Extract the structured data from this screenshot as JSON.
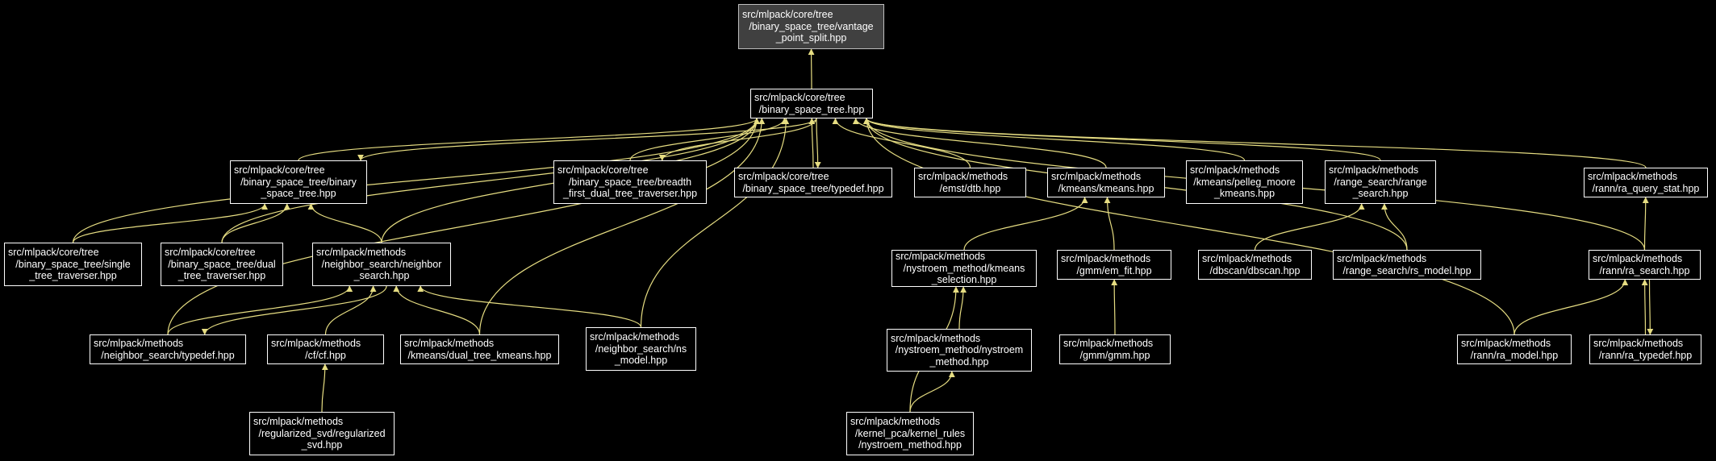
{
  "colors": {
    "background": "#000000",
    "edge": "#e6dd82",
    "node_border": "#ffffff",
    "root_fill": "#404040",
    "text": "#ffffff"
  },
  "nodes": [
    {
      "id": "vps",
      "lines": [
        "src/mlpack/core/tree",
        "/binary_space_tree/vantage",
        "_point_split.hpp"
      ],
      "root": true
    },
    {
      "id": "bst",
      "lines": [
        "src/mlpack/core/tree",
        "/binary_space_tree.hpp"
      ]
    },
    {
      "id": "bstbin",
      "lines": [
        "src/mlpack/core/tree",
        "/binary_space_tree/binary",
        "_space_tree.hpp"
      ]
    },
    {
      "id": "bfdtt",
      "lines": [
        "src/mlpack/core/tree",
        "/binary_space_tree/breadth",
        "_first_dual_tree_traverser.hpp"
      ]
    },
    {
      "id": "bsttd",
      "lines": [
        "src/mlpack/core/tree",
        "/binary_space_tree/typedef.hpp"
      ]
    },
    {
      "id": "dtb",
      "lines": [
        "src/mlpack/methods",
        "/emst/dtb.hpp"
      ]
    },
    {
      "id": "kmeans",
      "lines": [
        "src/mlpack/methods",
        "/kmeans/kmeans.hpp"
      ]
    },
    {
      "id": "pelleg",
      "lines": [
        "src/mlpack/methods",
        "/kmeans/pelleg_moore",
        "_kmeans.hpp"
      ]
    },
    {
      "id": "rsearch",
      "lines": [
        "src/mlpack/methods",
        "/range_search/range",
        "_search.hpp"
      ]
    },
    {
      "id": "raqs",
      "lines": [
        "src/mlpack/methods",
        "/rann/ra_query_stat.hpp"
      ]
    },
    {
      "id": "single",
      "lines": [
        "src/mlpack/core/tree",
        "/binary_space_tree/single",
        "_tree_traverser.hpp"
      ]
    },
    {
      "id": "dual",
      "lines": [
        "src/mlpack/core/tree",
        "/binary_space_tree/dual",
        "_tree_traverser.hpp"
      ]
    },
    {
      "id": "nsearch",
      "lines": [
        "src/mlpack/methods",
        "/neighbor_search/neighbor",
        "_search.hpp"
      ]
    },
    {
      "id": "nyksel",
      "lines": [
        "src/mlpack/methods",
        "/nystroem_method/kmeans",
        "_selection.hpp"
      ]
    },
    {
      "id": "emfit",
      "lines": [
        "src/mlpack/methods",
        "/gmm/em_fit.hpp"
      ]
    },
    {
      "id": "dbscan",
      "lines": [
        "src/mlpack/methods",
        "/dbscan/dbscan.hpp"
      ]
    },
    {
      "id": "rsmodel",
      "lines": [
        "src/mlpack/methods",
        "/range_search/rs_model.hpp"
      ]
    },
    {
      "id": "rasearch",
      "lines": [
        "src/mlpack/methods",
        "/rann/ra_search.hpp"
      ]
    },
    {
      "id": "nstd",
      "lines": [
        "src/mlpack/methods",
        "/neighbor_search/typedef.hpp"
      ]
    },
    {
      "id": "cf",
      "lines": [
        "src/mlpack/methods",
        "/cf/cf.hpp"
      ]
    },
    {
      "id": "dtkm",
      "lines": [
        "src/mlpack/methods",
        "/kmeans/dual_tree_kmeans.hpp"
      ]
    },
    {
      "id": "nsmodel",
      "lines": [
        "src/mlpack/methods",
        "/neighbor_search/ns",
        "_model.hpp"
      ]
    },
    {
      "id": "nym",
      "lines": [
        "src/mlpack/methods",
        "/nystroem_method/nystroem",
        "_method.hpp"
      ]
    },
    {
      "id": "gmm",
      "lines": [
        "src/mlpack/methods",
        "/gmm/gmm.hpp"
      ]
    },
    {
      "id": "ramodel",
      "lines": [
        "src/mlpack/methods",
        "/rann/ra_model.hpp"
      ]
    },
    {
      "id": "ratd",
      "lines": [
        "src/mlpack/methods",
        "/rann/ra_typedef.hpp"
      ]
    },
    {
      "id": "regsvd",
      "lines": [
        "src/mlpack/methods",
        "/regularized_svd/regularized",
        "_svd.hpp"
      ]
    },
    {
      "id": "kpca",
      "lines": [
        "src/mlpack/methods",
        "/kernel_pca/kernel_rules",
        "/nystroem_method.hpp"
      ]
    }
  ],
  "edges": [
    [
      "bst",
      "vps"
    ],
    [
      "bstbin",
      "bst"
    ],
    [
      "bfdtt",
      "bst"
    ],
    [
      "bsttd",
      "bst"
    ],
    [
      "dtb",
      "bst"
    ],
    [
      "kmeans",
      "bst"
    ],
    [
      "pelleg",
      "bst"
    ],
    [
      "rsearch",
      "bst"
    ],
    [
      "raqs",
      "bst"
    ],
    [
      "single",
      "bst"
    ],
    [
      "dual",
      "bst"
    ],
    [
      "nsearch",
      "bst"
    ],
    [
      "rsmodel",
      "bst"
    ],
    [
      "rasearch",
      "bst"
    ],
    [
      "nstd",
      "bst"
    ],
    [
      "dtkm",
      "bst"
    ],
    [
      "nsmodel",
      "bst"
    ],
    [
      "ramodel",
      "bst"
    ],
    [
      "bst",
      "bstbin"
    ],
    [
      "bst",
      "bfdtt"
    ],
    [
      "bst",
      "bsttd"
    ],
    [
      "single",
      "bstbin"
    ],
    [
      "dual",
      "bstbin"
    ],
    [
      "nsearch",
      "bstbin"
    ],
    [
      "nstd",
      "nsearch"
    ],
    [
      "cf",
      "nsearch"
    ],
    [
      "dtkm",
      "nsearch"
    ],
    [
      "nsmodel",
      "nsearch"
    ],
    [
      "nsearch",
      "nstd"
    ],
    [
      "regsvd",
      "cf"
    ],
    [
      "nyksel",
      "kmeans"
    ],
    [
      "emfit",
      "kmeans"
    ],
    [
      "gmm",
      "emfit"
    ],
    [
      "nym",
      "nyksel"
    ],
    [
      "kpca",
      "nym"
    ],
    [
      "kpca",
      "nyksel"
    ],
    [
      "dbscan",
      "rsearch"
    ],
    [
      "rsmodel",
      "rsearch"
    ],
    [
      "rasearch",
      "raqs"
    ],
    [
      "ramodel",
      "rasearch"
    ],
    [
      "ratd",
      "rasearch"
    ],
    [
      "rasearch",
      "ratd"
    ]
  ]
}
